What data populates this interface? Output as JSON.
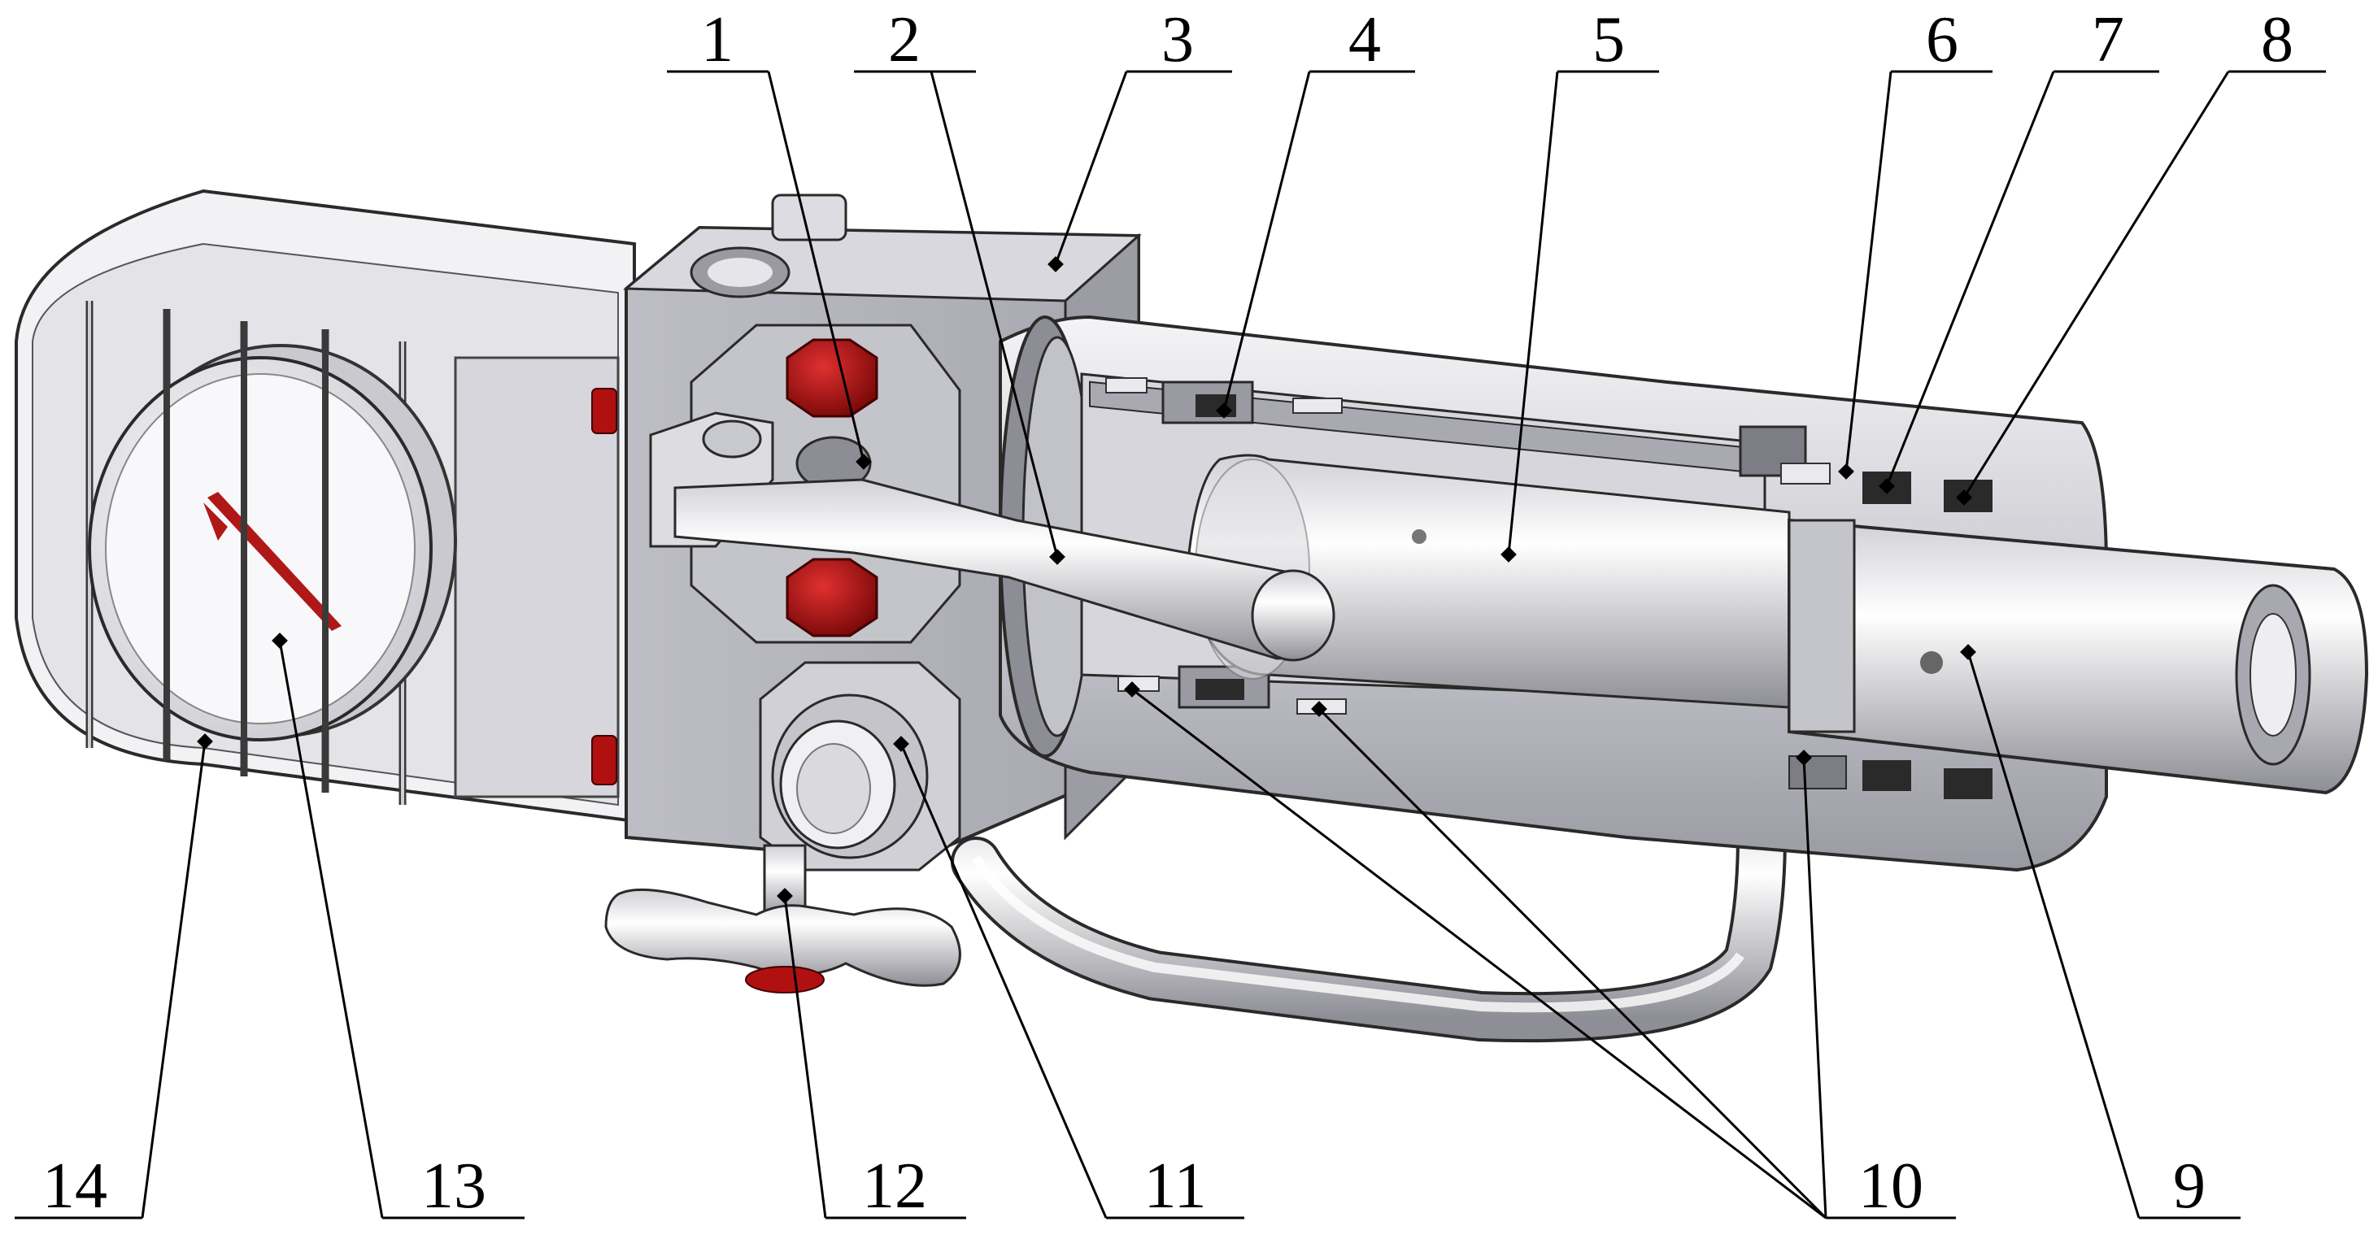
{
  "labels": [
    {
      "id": "1",
      "text": "1"
    },
    {
      "id": "2",
      "text": "2"
    },
    {
      "id": "3",
      "text": "3"
    },
    {
      "id": "4",
      "text": "4"
    },
    {
      "id": "5",
      "text": "5"
    },
    {
      "id": "6",
      "text": "6"
    },
    {
      "id": "7",
      "text": "7"
    },
    {
      "id": "8",
      "text": "8"
    },
    {
      "id": "9",
      "text": "9"
    },
    {
      "id": "10",
      "text": "10"
    },
    {
      "id": "11",
      "text": "11"
    },
    {
      "id": "12",
      "text": "12"
    },
    {
      "id": "13",
      "text": "13"
    },
    {
      "id": "14",
      "text": "14"
    }
  ],
  "colors": {
    "steel_light": "#e9e9ee",
    "steel_mid": "#c4c4cc",
    "steel_dark": "#8f8f98",
    "bolt_red": "#b01010",
    "needle_red": "#b01818",
    "outline": "#2a2a2a",
    "leader": "#000000"
  }
}
